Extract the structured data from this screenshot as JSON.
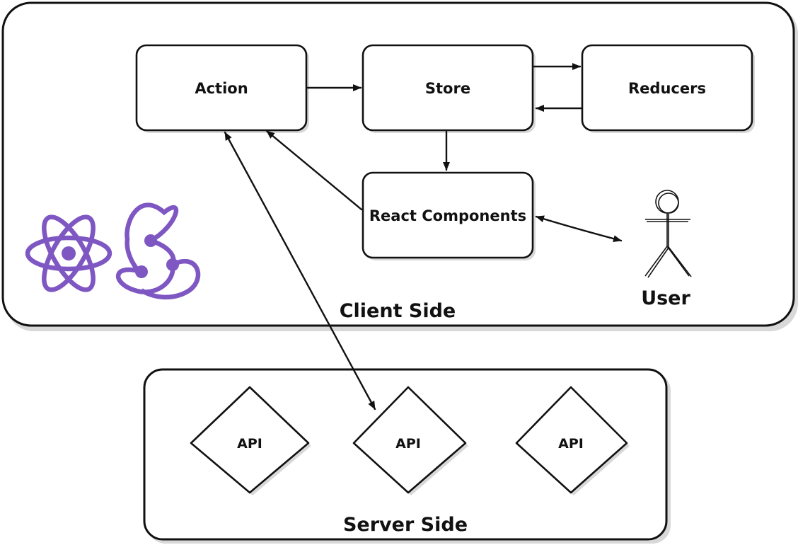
{
  "groups": {
    "client": "Client Side",
    "server": "Server Side"
  },
  "nodes": {
    "action": "Action",
    "store": "Store",
    "reducers": "Reducers",
    "react_components": "React Components"
  },
  "apis": [
    "API",
    "API",
    "API"
  ],
  "actor": {
    "label": "User"
  },
  "logos": [
    "react-logo-icon",
    "redux-logo-icon"
  ],
  "colors": {
    "logo": "#7e57c2",
    "stroke": "#111111",
    "shadow": "#d8d8d8"
  },
  "edges": [
    {
      "from": "Action",
      "to": "Store"
    },
    {
      "from": "Store",
      "to": "Reducers"
    },
    {
      "from": "Reducers",
      "to": "Store"
    },
    {
      "from": "Store",
      "to": "React Components"
    },
    {
      "from": "React Components",
      "to": "Action"
    },
    {
      "from": "React Components",
      "to": "User",
      "bidirectional": true
    },
    {
      "from": "Action",
      "to": "API",
      "bidirectional": true
    }
  ]
}
